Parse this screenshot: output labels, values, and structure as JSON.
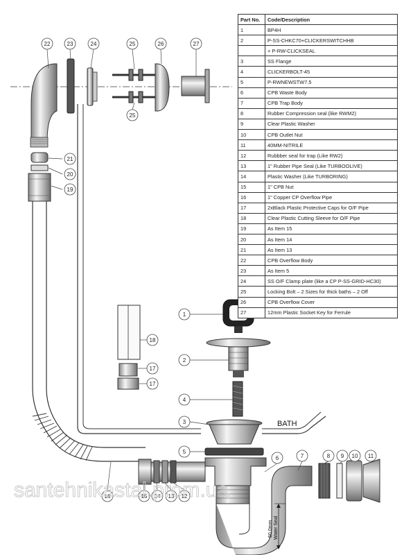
{
  "table": {
    "header": {
      "part_no": "Part No.",
      "description": "Code/Description"
    },
    "rows": [
      {
        "no": "1",
        "desc": "BP4H"
      },
      {
        "no": "2",
        "desc": "P-SS-CHKC70+CLICKERSWITCHHB"
      },
      {
        "no": "",
        "desc": "+ P-RW-CLICKSEAL"
      },
      {
        "no": "3",
        "desc": "SS Flange"
      },
      {
        "no": "4",
        "desc": "CLICKERBOLT-45"
      },
      {
        "no": "5",
        "desc": "P-RWNEWSTW7.5"
      },
      {
        "no": "6",
        "desc": "CPB Waste Body"
      },
      {
        "no": "7",
        "desc": "CPB Trap Body"
      },
      {
        "no": "8",
        "desc": "Rubber Compression seal (like RWM2)"
      },
      {
        "no": "9",
        "desc": "Clear Plastic Washer"
      },
      {
        "no": "10",
        "desc": "CPB Outlet Nut"
      },
      {
        "no": "11",
        "desc": "40MM-NITRILE"
      },
      {
        "no": "12",
        "desc": "Rubbber seal for trap (Like RW2)"
      },
      {
        "no": "13",
        "desc": "1\" Rubber Pipe Seal (Like TURBOOLIVE)"
      },
      {
        "no": "14",
        "desc": "Plastic Washer (Like TURBORING)"
      },
      {
        "no": "15",
        "desc": "1\" CPB Nut"
      },
      {
        "no": "16",
        "desc": "1\" Copper CP Overflow Pipe"
      },
      {
        "no": "17",
        "desc": "2xBlack Plastic Protective Caps for O/F Pipe"
      },
      {
        "no": "18",
        "desc": "Clear Plastic Cutting Sleeve for O/F Pipe"
      },
      {
        "no": "19",
        "desc": "As Item 15"
      },
      {
        "no": "20",
        "desc": "As Item 14"
      },
      {
        "no": "21",
        "desc": "As Item 13"
      },
      {
        "no": "22",
        "desc": "CPB Overflow Body"
      },
      {
        "no": "23",
        "desc": "As Item 5"
      },
      {
        "no": "24",
        "desc": "SS O/F Clamp plate (like a CP P-SS-GRID-HC30)"
      },
      {
        "no": "25",
        "desc": "Locking Bolt – 2 Sizes for thick baths – 2 Off"
      },
      {
        "no": "26",
        "desc": "CPB Overflow Cover"
      },
      {
        "no": "27",
        "desc": "12mm Plastic Socket Key for Ferrule"
      }
    ]
  },
  "callouts": {
    "c22": "22",
    "c23": "23",
    "c24": "24",
    "c25a": "25",
    "c25b": "25",
    "c26": "26",
    "c27": "27",
    "c21": "21",
    "c20": "20",
    "c19": "19",
    "c18": "18",
    "c17a": "17",
    "c17b": "17",
    "c1": "1",
    "c2": "2",
    "c4": "4",
    "c3": "3",
    "c5": "5",
    "c6": "6",
    "c7": "7",
    "c8": "8",
    "c9": "9",
    "c10": "10",
    "c11": "11",
    "c16": "16",
    "c15": "15",
    "c14": "14",
    "c13": "13",
    "c12": "12"
  },
  "labels": {
    "bath": "BATH",
    "water_seal_dim": "50.0mm",
    "water_seal_text": "Water Seal",
    "watermark": "santehnikastal.prom.ua"
  },
  "colors": {
    "line": "#333333",
    "fill": "#d4d4d4",
    "light_fill": "#efefef",
    "dark_fill": "#444444",
    "watermark": "#c8c8c8"
  }
}
